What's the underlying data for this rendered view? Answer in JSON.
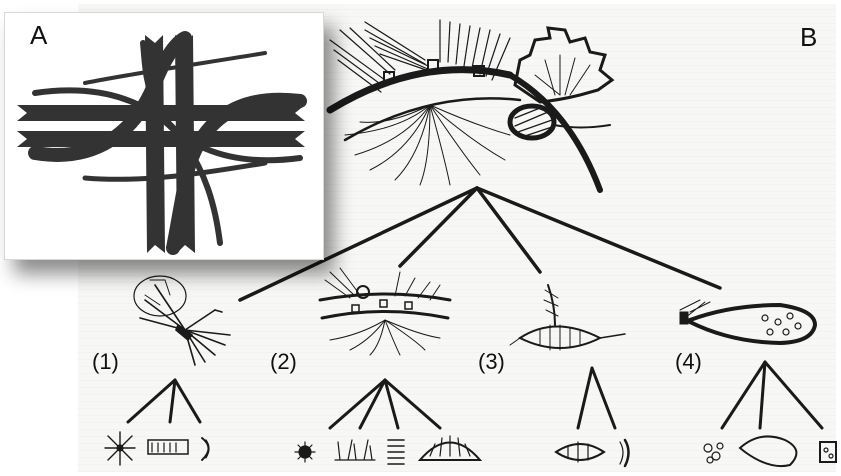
{
  "panels": {
    "a_label": "A",
    "b_label": "B"
  },
  "categories": [
    {
      "label": "(1)",
      "leaf_count": 3
    },
    {
      "label": "(2)",
      "leaf_count": 4
    },
    {
      "label": "(3)",
      "leaf_count": 2
    },
    {
      "label": "(4)",
      "leaf_count": 3
    }
  ],
  "colors": {
    "ink": "#1a1a1a",
    "paper": "#f7f7f5",
    "inset_bg": "#ffffff",
    "road": "#333333"
  }
}
